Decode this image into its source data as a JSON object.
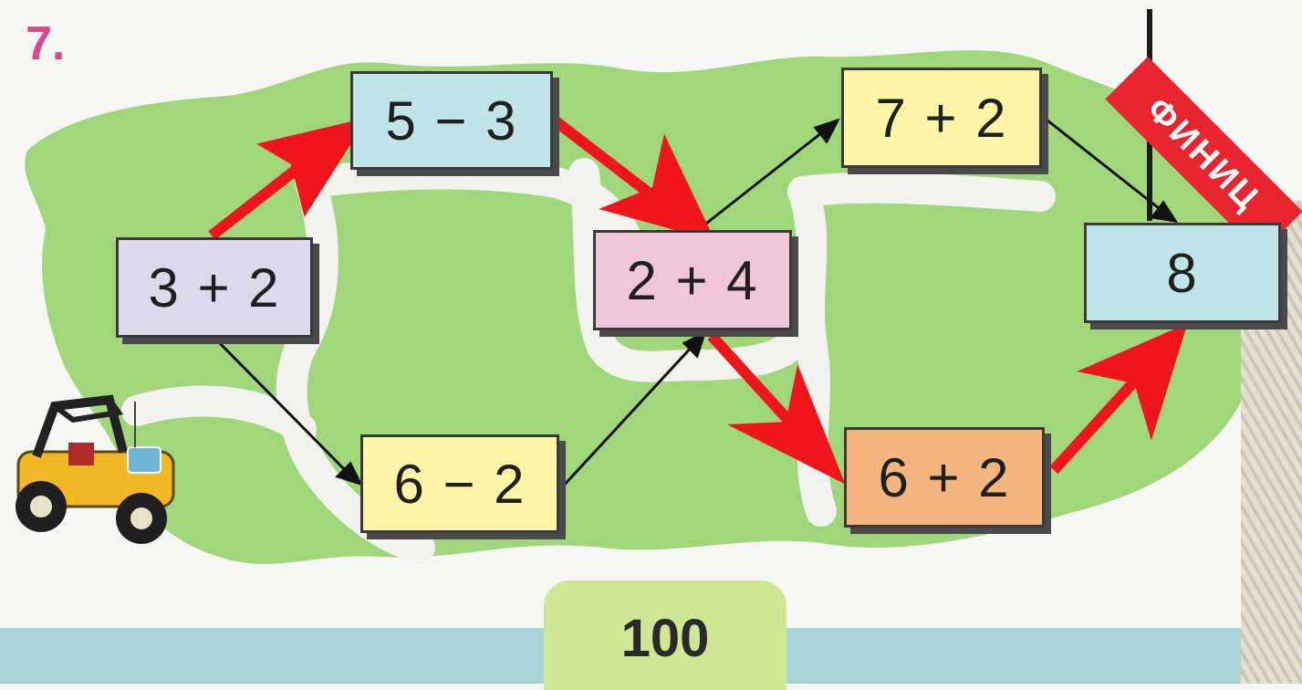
{
  "task_number": "7.",
  "page_number": "100",
  "flag_text": "ФИНИЦ",
  "expressions": {
    "start": "3 + 2",
    "upper_left": "5 − 3",
    "lower_left": "6 − 2",
    "middle": "2 + 4",
    "upper_right": "7 + 2",
    "lower_right": "6 + 2",
    "finish": "8"
  },
  "colors": {
    "map_green": "#9fd77a",
    "road": "#f2f2ee",
    "arrow_red": "#f0141c",
    "arrow_black": "#111111",
    "start_box": "#dcd9ec",
    "upper_left_box": "#bfe4ea",
    "lower_left_box": "#fdf6a6",
    "middle_box": "#f0c6dd",
    "upper_right_box": "#fdf6a6",
    "lower_right_box": "#f4b57e",
    "finish_box": "#bfe4ea"
  }
}
